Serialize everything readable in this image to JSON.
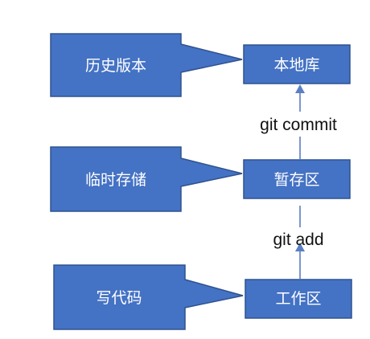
{
  "diagram": {
    "colors": {
      "box_fill": "#4472c4",
      "box_stroke": "#2f528f",
      "arrow": "#5b7fc4",
      "text_on_box": "#ffffff",
      "edge_label_text": "#111111",
      "background": "#ffffff"
    },
    "callouts": [
      {
        "id": "history",
        "label": "历史版本",
        "points_to": "local_repo"
      },
      {
        "id": "temp_storage",
        "label": "临时存储",
        "points_to": "staging"
      },
      {
        "id": "write_code",
        "label": "写代码",
        "points_to": "working_dir"
      }
    ],
    "stages": [
      {
        "id": "local_repo",
        "label": "本地库"
      },
      {
        "id": "staging",
        "label": "暂存区"
      },
      {
        "id": "working_dir",
        "label": "工作区"
      }
    ],
    "transitions": [
      {
        "from": "staging",
        "to": "local_repo",
        "label": "git commit"
      },
      {
        "from": "working_dir",
        "to": "staging",
        "label": "git add"
      }
    ]
  }
}
